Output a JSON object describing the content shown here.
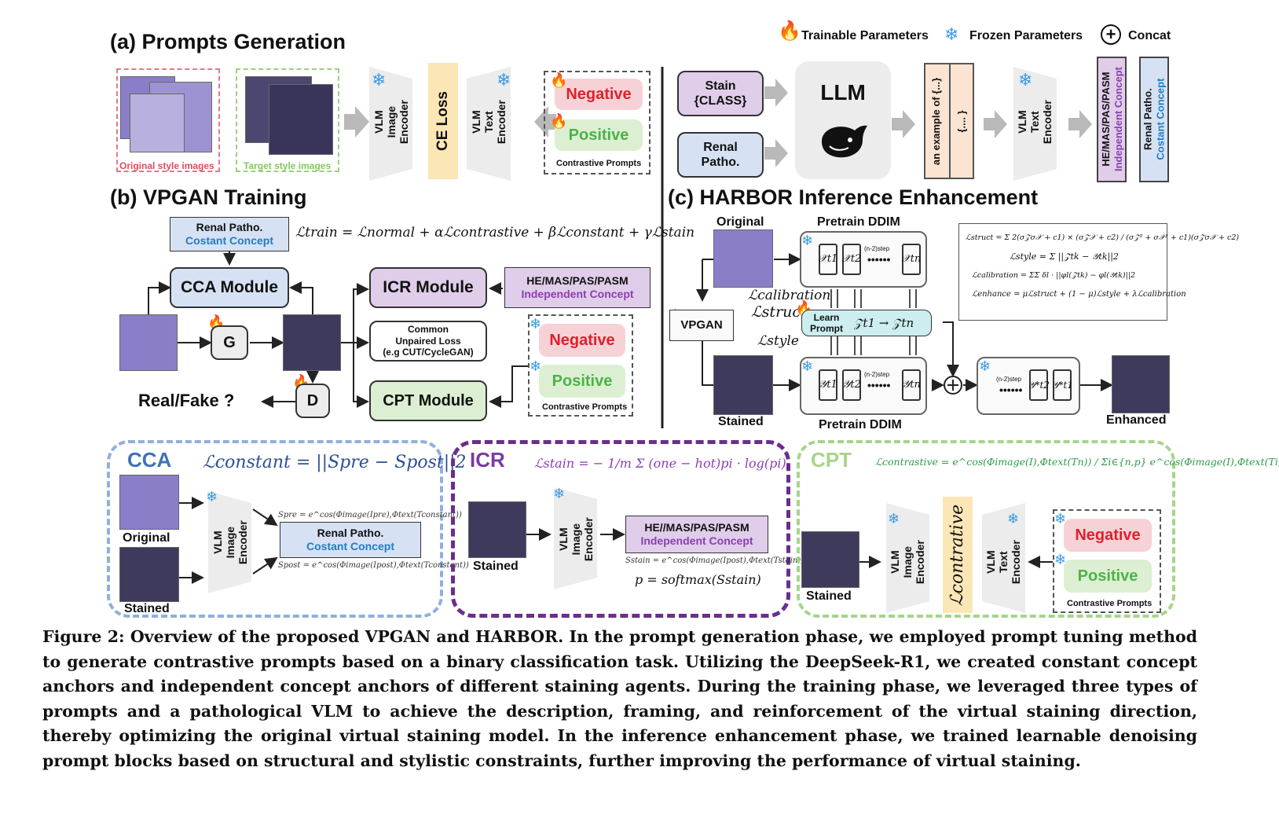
{
  "legend": {
    "trainable": "Trainable Parameters",
    "frozen": "Frozen Parameters",
    "concat": "Concat",
    "concat_symbol": "+"
  },
  "section_a": {
    "title": "(a) Prompts Generation",
    "original_label": "Original style images",
    "target_label": "Target style images",
    "vlm_image_encoder": "VLM\nImage\nEncoder",
    "ce_loss": "CE Loss",
    "vlm_text_encoder": "VLM\nText\nEncoder",
    "negative": "Negative",
    "positive": "Positive",
    "contrastive_prompts": "Contrastive Prompts",
    "stain_class": "Stain\n{CLASS}",
    "renal_patho": "Renal\nPatho.",
    "llm": "LLM",
    "example_text": "an example of {...}",
    "dots_text": "{.... }",
    "vlm_text_encoder2": "VLM\nText\nEncoder",
    "independent_concept_a": "HE/MAS/PAS/PASM",
    "independent_concept_b": "Independent Concept",
    "constant_concept_a": "Renal Patho.",
    "constant_concept_b": "Costant Concept"
  },
  "section_b": {
    "title": "(b) VPGAN Training",
    "renal_patho": "Renal Patho.",
    "costant_concept": "Costant Concept",
    "loss_formula": "ℒtrain = ℒnormal + αℒcontrastive + βℒconstant + γℒstain",
    "cca_module": "CCA Module",
    "icr_module": "ICR Module",
    "he_mas": "HE/MAS/PAS/PASM",
    "independent_concept": "Independent Concept",
    "g": "G",
    "d": "D",
    "common_loss": "Common\nUnpaired Loss\n(e.g CUT/CycleGAN)",
    "negative": "Negative",
    "positive": "Positive",
    "contrastive_prompts": "Contrastive Prompts",
    "cpt_module": "CPT Module",
    "real_fake": "Real/Fake ?"
  },
  "section_c": {
    "title": "(c) HARBOR Inference Enhancement",
    "original": "Original",
    "pretrain_ddim_top": "Pretrain DDIM",
    "pretrain_ddim_bottom": "Pretrain DDIM",
    "vpgan": "VPGAN",
    "l_calibration": "ℒcalibration",
    "l_struct": "ℒstruct",
    "l_style": "ℒstyle",
    "learn_prompt": "Learn\nPrompt",
    "z_transition": "𝒵t1 → 𝒵tn",
    "x_tokens": [
      "𝒳t1",
      "𝒳t2",
      "𝒳tn"
    ],
    "y_tokens": [
      "𝒴t1",
      "𝒴t2",
      "𝒴tn"
    ],
    "y_star_tokens": [
      "𝒴*t2",
      "𝒴*t1"
    ],
    "step_label": "(n-2)step",
    "stained": "Stained",
    "enhanced": "Enhanced",
    "eq_struct": "ℒstruct = Σ 2(σ𝒵σ𝒳 + c1) × (σ𝒵𝒳 + c2) / (σ𝒵² + σ𝒳² + c1)(σ𝒵σ𝒳 + c2)",
    "eq_style": "ℒstyle = Σ ||𝒵tk − 𝒴tk||2",
    "eq_calibration": "ℒcalibration = ΣΣ δl · ||φl(𝒵tk) − φl(𝒴tk)||2",
    "eq_enhance": "ℒenhance = μℒstruct + (1 − μ)ℒstyle + λℒcalibration"
  },
  "cca": {
    "title": "CCA",
    "formula": "ℒconstant = ||Spre − Spost||2",
    "original": "Original",
    "stained": "Stained",
    "vlm": "VLM\nImage\nEncoder",
    "spre": "Spre = e^cos(Φimage(Ipre),Φtext(Tconstant))",
    "spost": "Spost = e^cos(Φimage(Ipost),Φtext(Tconstant))",
    "renal_patho": "Renal Patho.",
    "costant_concept": "Costant Concept"
  },
  "icr": {
    "title": "ICR",
    "formula": "ℒstain = − 1/m Σ (one − hot)pi · log(pi)",
    "stained": "Stained",
    "vlm": "VLM\nImage\nEncoder",
    "he_mas": "HE//MAS/PAS/PASM",
    "independent_concept": "Independent Concept",
    "sstain": "Sstain = e^cos(Φimage(Ipost),Φtext(Tstain))",
    "softmax": "p = softmax(Sstain)"
  },
  "cpt": {
    "title": "CPT",
    "formula": "ℒcontrastive = e^cos(Φimage(I),Φtext(Tn)) / Σi∈{n,p} e^cos(Φimage(I),Φtext(Ti))",
    "stained": "Stained",
    "vlm_image": "VLM\nImage\nEncoder",
    "l_contrative": "ℒcontrative",
    "vlm_text": "VLM\nText\nEncoder",
    "negative": "Negative",
    "positive": "Positive",
    "contrastive_prompts": "Contrastive Prompts"
  },
  "caption": "Figure 2: Overview of the proposed VPGAN and HARBOR. In the prompt generation phase, we employed prompt tuning method to generate contrastive prompts based on a binary classification task. Utilizing the DeepSeek-R1, we created constant concept anchors and independent concept anchors of different staining agents. During the training phase, we leveraged three types of prompts and a pathological VLM to achieve the description, framing, and reinforcement of the virtual staining direction, thereby optimizing the original virtual staining model. In the inference enhancement phase, we trained learnable denoising prompt blocks based on structural and stylistic constraints, further improving the performance of virtual staining.",
  "colors": {
    "purple_box": "#e0cdea",
    "blue_box": "#d6e2f4",
    "green_box": "#dcefd2",
    "red_box": "#f6d2d6",
    "cyan_box": "#cdeef0",
    "loss_yellow": "#fbe6b6",
    "example_orange": "#fbe4d2",
    "cca_dash": "#8fb0dd",
    "icr_dash": "#6a2e8c",
    "cpt_dash": "#a5d58a",
    "negative_text": "#e0202c",
    "positive_text": "#4cb348",
    "blue_text": "#1f7ec4",
    "purple_text": "#8a3fb1"
  }
}
